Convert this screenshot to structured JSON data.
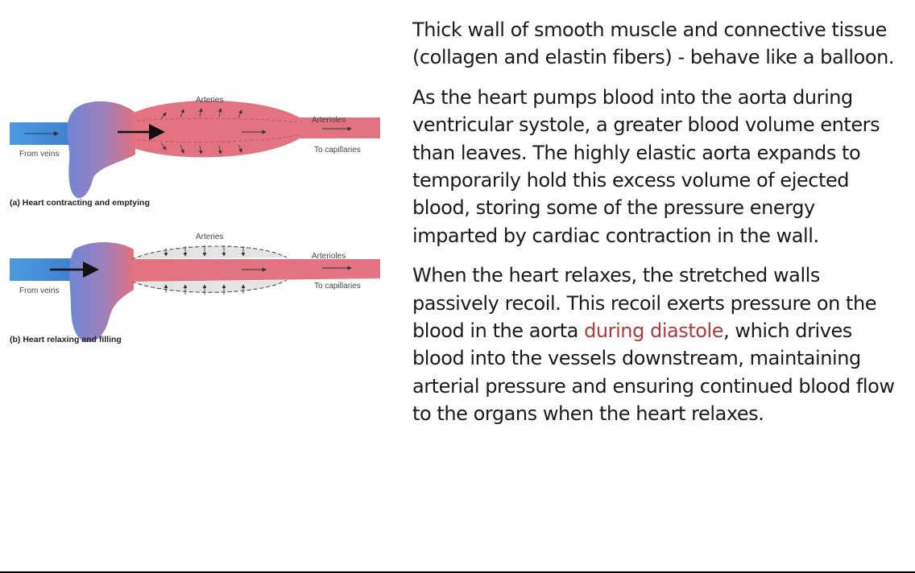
{
  "figure": {
    "panel_a": {
      "label_arteries": "Arteries",
      "label_arterioles": "Arterioles",
      "label_from_veins": "From veins",
      "label_to_capillaries": "To capillaries",
      "caption": "(a) Heart contracting and emptying"
    },
    "panel_b": {
      "label_arteries": "Arteries",
      "label_arterioles": "Arterioles",
      "label_from_veins": "From veins",
      "label_to_capillaries": "To capillaries",
      "caption": "(b) Heart relaxing and filling"
    },
    "colors": {
      "vein_blue": "#3b8fdc",
      "heart_purple": "#8a7fc0",
      "artery_red": "#e0707e",
      "artery_light": "#f2a9b1"
    }
  },
  "text": {
    "para1": "Thick wall of smooth muscle and connective tissue (collagen and elastin fibers) - behave like a balloon.",
    "para2": "As the heart pumps blood into the aorta during ventricular systole, a greater blood volume enters than leaves. The highly elastic aorta expands to temporarily hold this excess volume of ejected blood, storing some of the pressure energy imparted by cardiac contraction in the wall.",
    "para3_before": "When the heart relaxes, the stretched walls passively recoil. This recoil exerts pressure on the blood in the aorta ",
    "para3_highlight": "during diastole",
    "para3_after": ", which drives blood into the vessels downstream, maintaining arterial pressure and ensuring continued blood flow to the organs when the heart relaxes."
  },
  "accent_color": "#b03a3a"
}
